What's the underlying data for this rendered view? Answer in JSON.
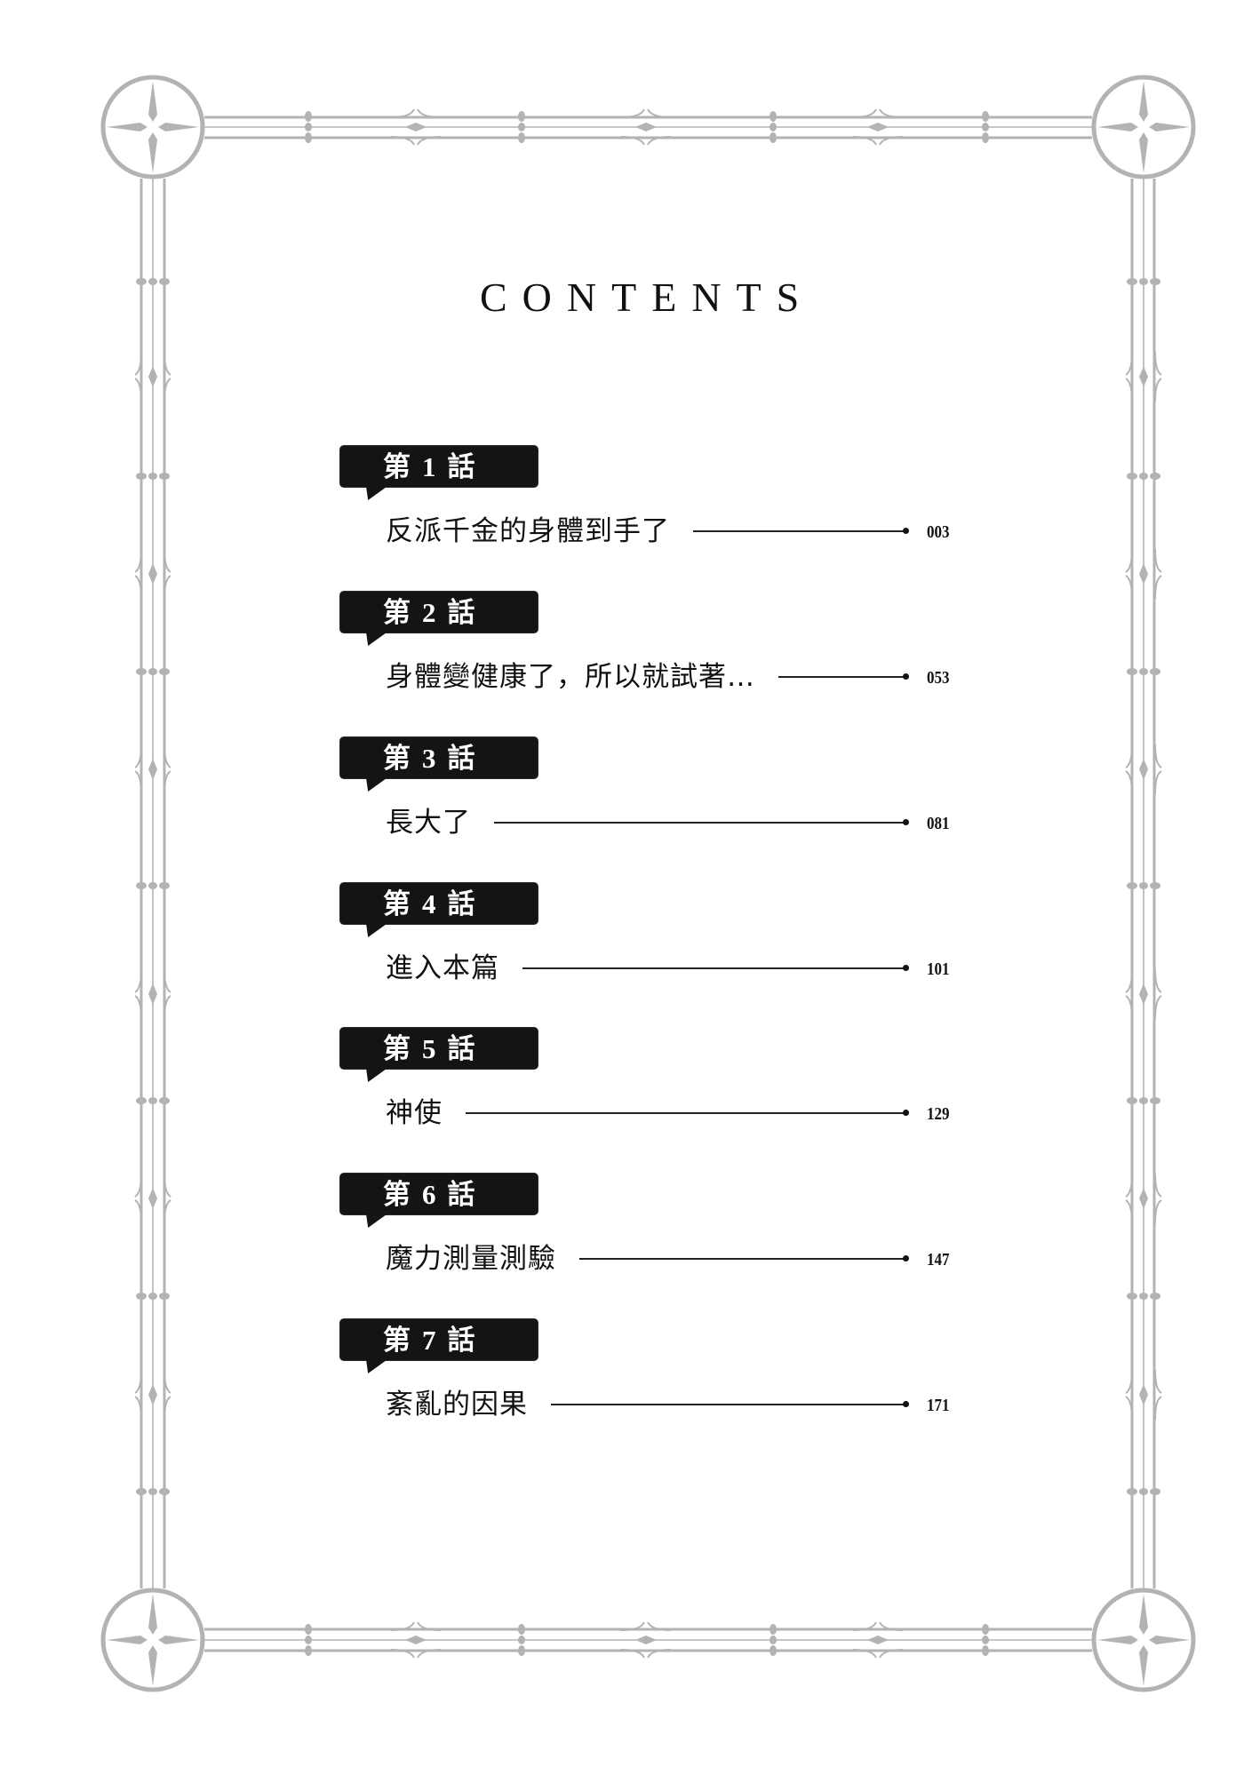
{
  "page": {
    "heading": "CONTENTS",
    "frame_color": "#b3b3b3",
    "text_color": "#111111",
    "badge_color": "#141414"
  },
  "chapters": [
    {
      "prefix": "第",
      "number": "1",
      "suffix": "話",
      "title": "反派千金的身體到手了",
      "page": "003"
    },
    {
      "prefix": "第",
      "number": "2",
      "suffix": "話",
      "title": "身體變健康了，所以就試著…",
      "page": "053"
    },
    {
      "prefix": "第",
      "number": "3",
      "suffix": "話",
      "title": "長大了",
      "page": "081"
    },
    {
      "prefix": "第",
      "number": "4",
      "suffix": "話",
      "title": "進入本篇",
      "page": "101"
    },
    {
      "prefix": "第",
      "number": "5",
      "suffix": "話",
      "title": "神使",
      "page": "129"
    },
    {
      "prefix": "第",
      "number": "6",
      "suffix": "話",
      "title": "魔力測量測驗",
      "page": "147"
    },
    {
      "prefix": "第",
      "number": "7",
      "suffix": "話",
      "title": "紊亂的因果",
      "page": "171"
    }
  ]
}
